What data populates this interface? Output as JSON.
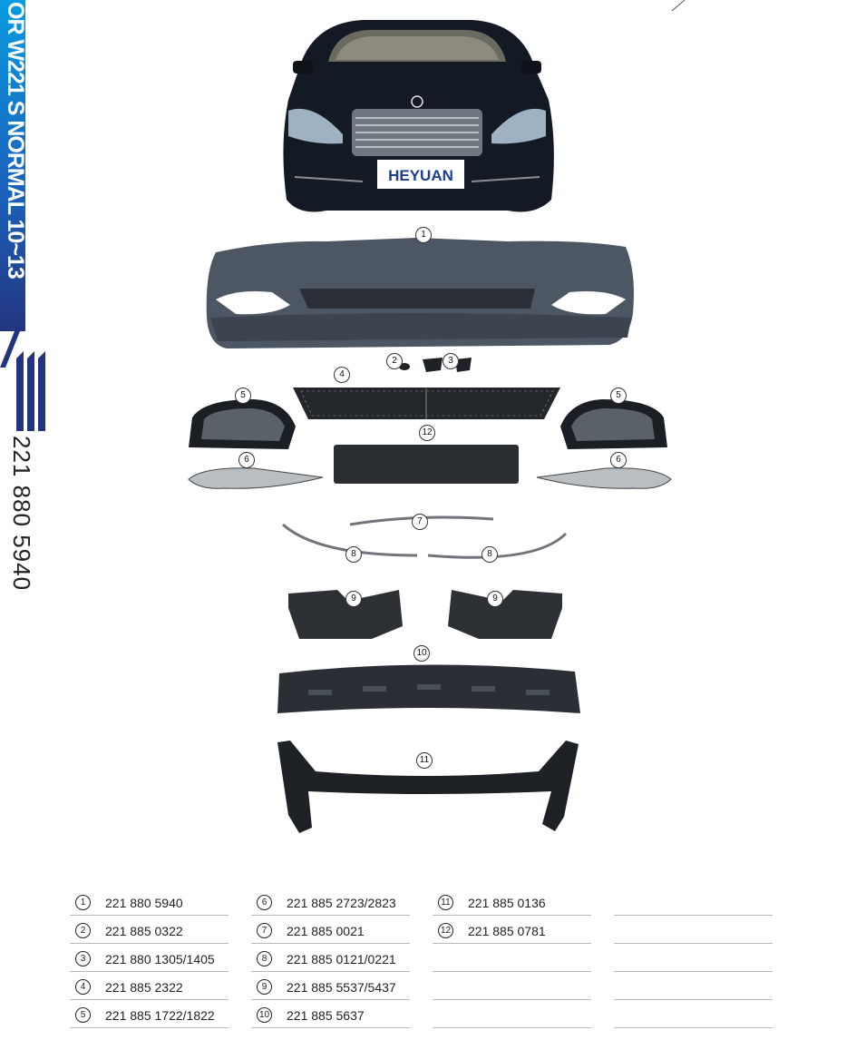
{
  "side_banner": {
    "title": "OR W221 S NORMAL 10~13",
    "accent": "#1c5fb8",
    "part_code": "221 880 5940"
  },
  "car_badge": "HEYUAN",
  "callouts": {
    "c1": "1",
    "c2": "2",
    "c3": "3",
    "c4": "4",
    "c5": "5",
    "c6": "6",
    "c7": "7",
    "c8": "8",
    "c9": "9",
    "c10": "10",
    "c11": "11",
    "c12": "12"
  },
  "legend": [
    [
      {
        "num": "1",
        "code": "221 880 5940"
      },
      {
        "num": "2",
        "code": "221 885 0322"
      },
      {
        "num": "3",
        "code": "221 880 1305/1405"
      },
      {
        "num": "4",
        "code": "221 885 2322"
      },
      {
        "num": "5",
        "code": "221 885 1722/1822"
      }
    ],
    [
      {
        "num": "6",
        "code": "221 885 2723/2823"
      },
      {
        "num": "7",
        "code": "221 885 0021"
      },
      {
        "num": "8",
        "code": "221 885 0121/0221"
      },
      {
        "num": "9",
        "code": "221 885 5537/5437"
      },
      {
        "num": "10",
        "code": "221 885 5637"
      }
    ],
    [
      {
        "num": "11",
        "code": "221 885 0136"
      },
      {
        "num": "12",
        "code": "221 885 0781"
      },
      {
        "num": "",
        "code": ""
      },
      {
        "num": "",
        "code": ""
      },
      {
        "num": "",
        "code": ""
      }
    ],
    [
      {
        "num": "",
        "code": ""
      },
      {
        "num": "",
        "code": ""
      },
      {
        "num": "",
        "code": ""
      },
      {
        "num": "",
        "code": ""
      },
      {
        "num": "",
        "code": ""
      }
    ]
  ]
}
